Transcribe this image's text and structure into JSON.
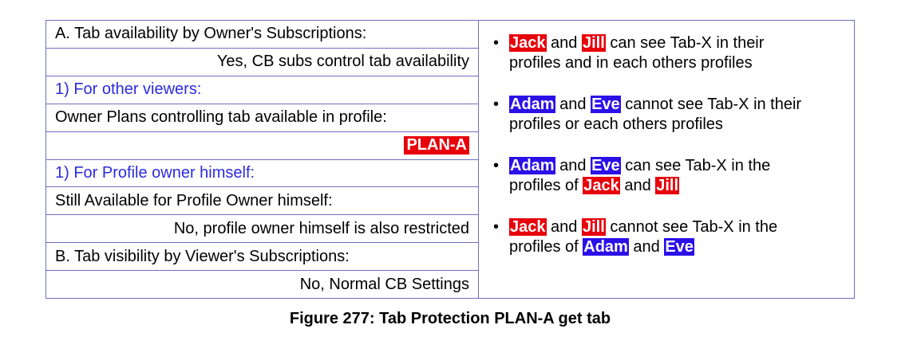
{
  "left_rows": [
    {
      "text": "A. Tab availability by Owner's Subscriptions:"
    },
    {
      "text": "Yes, CB subs control tab availability"
    },
    {
      "text": "1) For other viewers:"
    },
    {
      "text": "Owner Plans controlling tab available in profile:"
    },
    {
      "text": "PLAN-A"
    },
    {
      "text": "1) For Profile owner himself:"
    },
    {
      "text": "Still Available for Profile Owner himself:"
    },
    {
      "text": "No, profile owner himself is also restricted"
    },
    {
      "text": "B. Tab visibility by Viewer's Subscriptions:"
    },
    {
      "text": "No, Normal CB Settings"
    }
  ],
  "bullets": [
    {
      "dot": "•",
      "p1": "Jack",
      "p2": " and ",
      "p3": "Jill",
      "p4": " can see Tab-X in their",
      "line2": "profiles and in each others profiles"
    },
    {
      "dot": "•",
      "p1": "Adam",
      "p2": " and ",
      "p3": "Eve",
      "p4": " cannot see Tab-X in their",
      "line2": "profiles or each others profiles"
    },
    {
      "dot": "•",
      "p1": "Adam",
      "p2": " and ",
      "p3": "Eve",
      "p4": " can see Tab-X in the",
      "line2a": "profiles of ",
      "line2b": "Jack",
      "line2c": " and ",
      "line2d": "Jill"
    },
    {
      "dot": "•",
      "p1": "Jack",
      "p2": " and ",
      "p3": "Jill",
      "p4": " cannot see Tab-X in the",
      "line2a": "profiles of ",
      "line2b": "Adam",
      "line2c": " and ",
      "line2d": "Eve"
    }
  ],
  "colors": {
    "red": "#e8000b",
    "blue": "#2b10e8",
    "link_blue": "#2b2bdf",
    "border": "#6f6fc0"
  },
  "caption": "Figure 277: Tab Protection PLAN-A get tab"
}
